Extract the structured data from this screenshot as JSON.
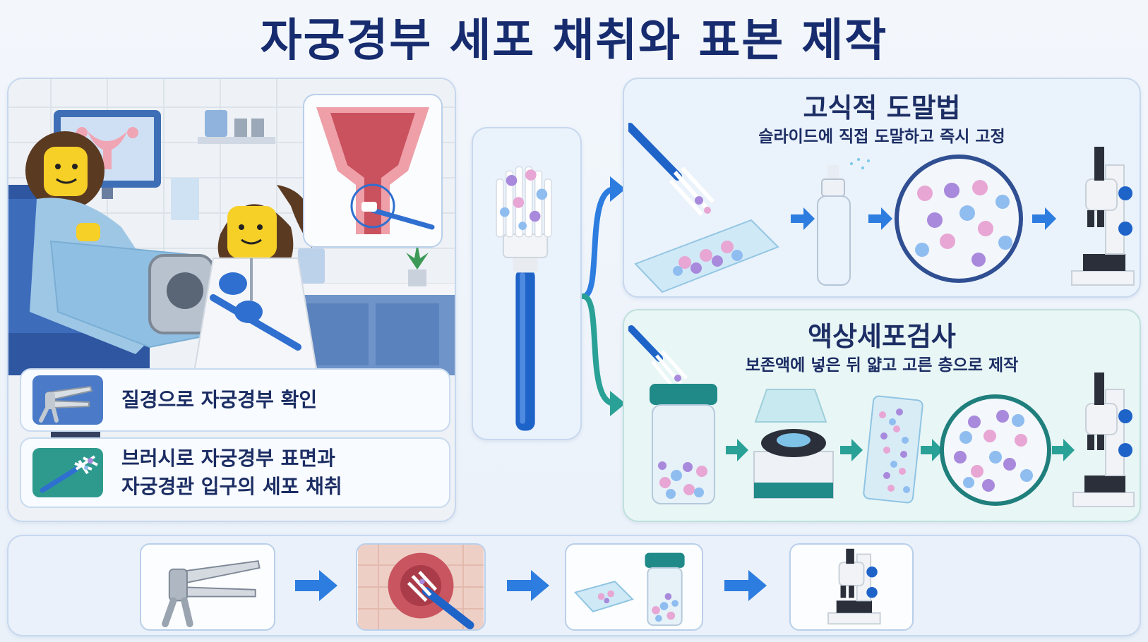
{
  "title": "자궁경부 세포 채취와 표본 제작",
  "left_panel": {
    "cards": [
      {
        "text": "질경으로 자궁경부 확인",
        "icon": "speculum-icon"
      },
      {
        "text_lines": [
          "브러시로 자궁경부 표면과",
          "자궁경관 입구의 세포 채취"
        ],
        "icon": "cervical-brush-icon"
      }
    ]
  },
  "smear": {
    "title": "고식적 도말법",
    "subtitle": "슬라이드에 직접 도말하고 즉시 고정",
    "steps": [
      "brush-on-slide-icon",
      "fixative-spray-icon",
      "cell-view-icon",
      "microscope-icon"
    ]
  },
  "lbc": {
    "title": "액상세포검사",
    "subtitle": "보존액에 넣은 뒤 얇고 고른 층으로 제작",
    "steps": [
      "vial-icon",
      "processor-icon",
      "thin-slide-icon",
      "cell-view-icon",
      "microscope-icon"
    ]
  },
  "bottom_steps": [
    "speculum-icon",
    "brush-sampling-icon",
    "slide-and-vial-icon",
    "microscope-icon"
  ],
  "colors": {
    "title": "#172c6e",
    "brush_blue": "#1e63c8",
    "teal": "#2a9d97",
    "pink_cell": "#e7a6d4",
    "blue_cell": "#8fbdf0",
    "purple_cell": "#a889dc"
  }
}
